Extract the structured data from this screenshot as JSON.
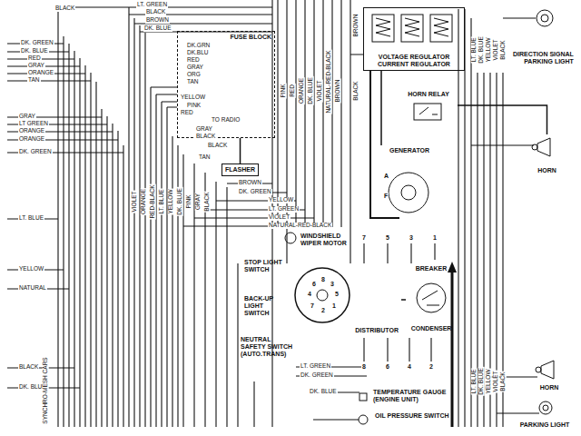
{
  "diagram": {
    "nodes": [
      {
        "text": [
          "FUSE BLOCK"
        ]
      },
      {
        "text": [
          "FLASHER"
        ]
      },
      {
        "text": [
          "VOLTAGE REGULATOR",
          "CURRENT REGULATOR"
        ]
      },
      {
        "text": [
          "HORN RELAY"
        ]
      },
      {
        "text": [
          "GENERATOR"
        ]
      },
      {
        "text": [
          "DIRECTION SIGNAL",
          "PARKING LIGHT"
        ]
      },
      {
        "text": [
          "HORN"
        ]
      },
      {
        "text": [
          "WINDSHIELD WIPER MOTOR"
        ]
      },
      {
        "text": [
          "STOP LIGHT SWITCH"
        ]
      },
      {
        "text": [
          "BACK-UP LIGHT SWITCH"
        ]
      },
      {
        "text": [
          "NEUTRAL SAFETY SWITCH (AUTO.TRANS)"
        ]
      },
      {
        "text": [
          "DISTRIBUTOR"
        ]
      },
      {
        "text": [
          "BREAKER",
          "CONDENSER"
        ]
      },
      {
        "text": [
          "TEMPERATURE GAUGE (ENGINE UNIT)"
        ]
      },
      {
        "text": [
          "OIL PRESSURE SWITCH"
        ]
      },
      {
        "text": [
          "HORN"
        ]
      },
      {
        "text": [
          "PARKING LIGHT"
        ]
      }
    ],
    "edges": [
      {
        "from": 0,
        "to": 1,
        "arrow": "none"
      },
      {
        "from": 2,
        "to": 4,
        "arrow": "none"
      },
      {
        "from": 3,
        "to": 6,
        "arrow": "none"
      },
      {
        "from": 11,
        "to": 12,
        "arrow": "none"
      }
    ],
    "labels": [
      "BLACK",
      "LT. GREEN",
      "BLACK",
      "BROWN",
      "DK. BLUE",
      "DK. GREEN",
      "DK. BLUE",
      "RED",
      "GRAY",
      "ORANGE",
      "TAN",
      "DK.GRN",
      "DK.BLU",
      "RED",
      "GRAY",
      "ORG",
      "TAN",
      "YELLOW",
      "PINK",
      "RED",
      "TO RADIO",
      "GRAY",
      "BLACK",
      "BLACK",
      "TAN",
      "BROWN",
      "DK. GREEN",
      "YELLOW",
      "LT. GREEN",
      "VIOLET",
      "NATURAL-RED-BLACK",
      "GRAY",
      "LT GREEN",
      "ORANGE",
      "ORANGE",
      "DK. GREEN",
      "LT. BLUE",
      "YELLOW",
      "NATURAL",
      "BLACK",
      "DK. BLUE",
      "SYNCHRO-MESH CARS",
      "VIOLET",
      "ORANGE",
      "RED-BLACK",
      "LT. BLUE",
      "YELLOW",
      "DK. BLUE",
      "PINK",
      "GRAY",
      "BLACK",
      "PINK",
      "RED",
      "ORANGE",
      "DK. BLUE",
      "VIOLET",
      "NATURAL-RED-BLACK",
      "BROWN",
      "LT. BLUE",
      "DK. BLUE",
      "YELLOW",
      "VIOLET",
      "BLACK",
      "BROWN",
      "BLACK",
      "LT. BLUE",
      "DK. BLUE",
      "YELLOW",
      "VIOLET",
      "BLACK",
      "LT. GREEN",
      "DK. GREEN",
      "DK. BLUE",
      "7",
      "5",
      "3",
      "1",
      "8",
      "6",
      "4",
      "2",
      "A",
      "F",
      "6",
      "8",
      "3",
      "4",
      "5",
      "7",
      "1",
      "2"
    ]
  }
}
